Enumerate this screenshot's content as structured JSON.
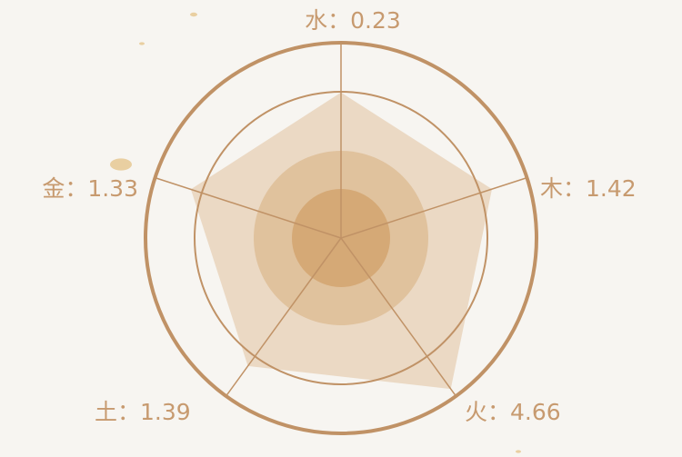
{
  "chart_data": {
    "type": "radar",
    "title": "",
    "categories": [
      "水",
      "木",
      "火",
      "土",
      "金"
    ],
    "values": [
      0.23,
      1.42,
      4.66,
      1.39,
      1.33
    ],
    "separator": "：",
    "colors": {
      "background": "#f7f5f1",
      "ring": "#c09266",
      "label": "#c79a6f",
      "polygon_fill": "#e3c7a6",
      "blob_outer": "#d9b284",
      "blob_inner": "#d1a069",
      "speck": "#e9cfa1"
    }
  }
}
